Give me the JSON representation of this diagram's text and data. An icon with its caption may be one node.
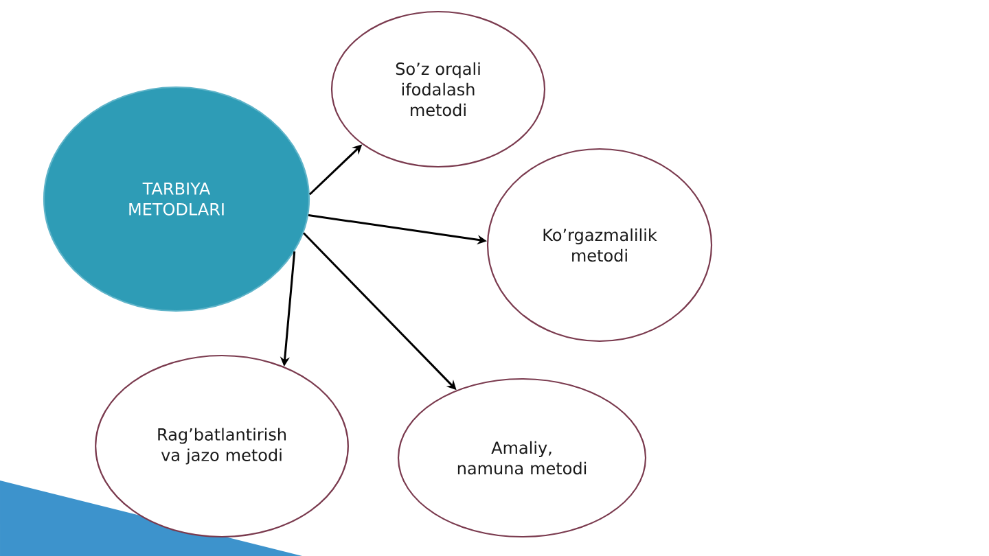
{
  "diagram": {
    "nodes": [
      {
        "text": [
          "TARBIYA METODLARI"
        ]
      },
      {
        "text": [
          "So’z orqali ifodalash metodi"
        ]
      },
      {
        "text": [
          "Ko’rgazmalilik metodi"
        ]
      },
      {
        "text": [
          "Rag’batlantirish va jazo metodi"
        ]
      },
      {
        "text": [
          "Amaliy, namuna metodi"
        ]
      }
    ],
    "edges": [
      {
        "from": 0,
        "to": 1,
        "arrow": "to"
      },
      {
        "from": 0,
        "to": 2,
        "arrow": "to"
      },
      {
        "from": 0,
        "to": 3,
        "arrow": "to"
      },
      {
        "from": 0,
        "to": 4,
        "arrow": "to"
      }
    ]
  }
}
